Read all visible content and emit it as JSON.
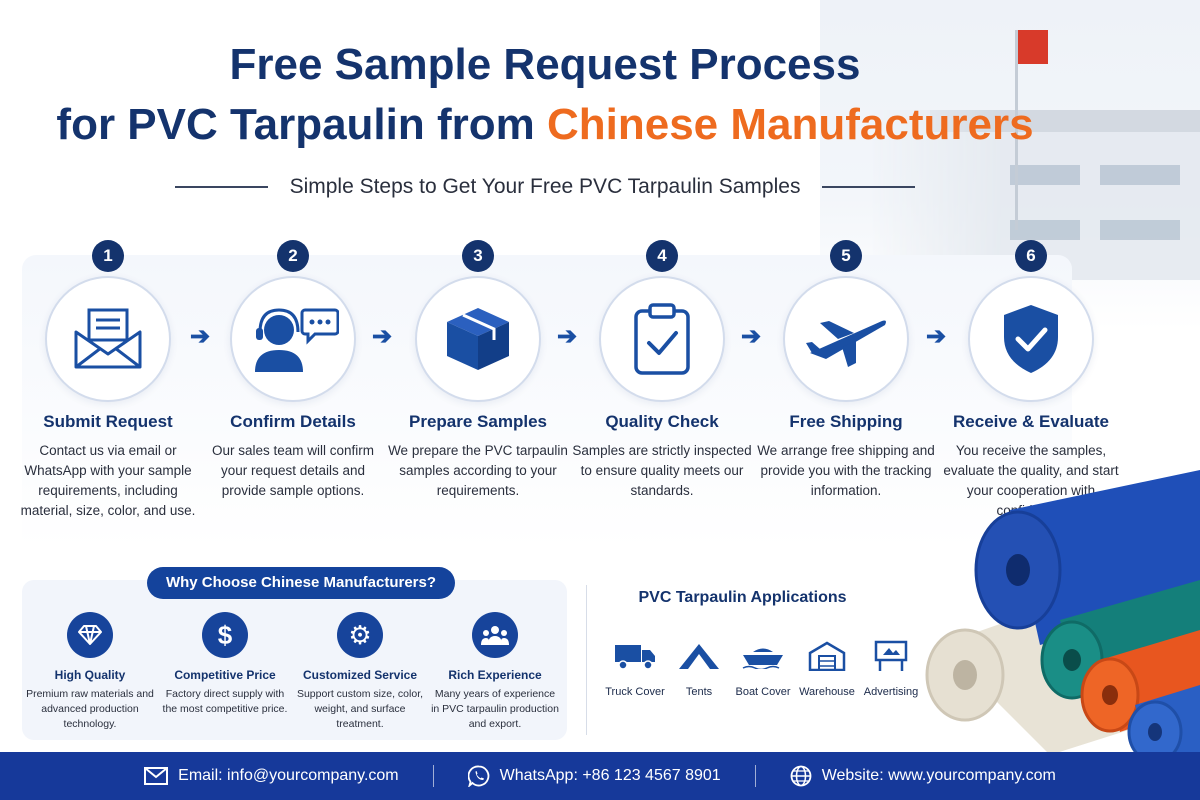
{
  "title": {
    "line1": "Free Sample Request Process",
    "line2_part1": "for PVC Tarpaulin from ",
    "line2_part2": "Chinese Manufacturers"
  },
  "subtitle": "Simple Steps to Get Your Free PVC Tarpaulin Samples",
  "steps": [
    {
      "number": "1",
      "icon": "envelope-icon",
      "name": "Submit Request",
      "desc": "Contact us via email or WhatsApp with your sample requirements, including material, size, color, and use."
    },
    {
      "number": "2",
      "icon": "headset-agent-icon",
      "name": "Confirm Details",
      "desc": "Our sales team will confirm your request details and provide sample options."
    },
    {
      "number": "3",
      "icon": "box-icon",
      "name": "Prepare Samples",
      "desc": "We prepare the PVC tarpaulin samples according to your requirements."
    },
    {
      "number": "4",
      "icon": "clipboard-check-icon",
      "name": "Quality Check",
      "desc": "Samples are strictly inspected to ensure quality meets our standards."
    },
    {
      "number": "5",
      "icon": "airplane-icon",
      "name": "Free Shipping",
      "desc": "We arrange free shipping and provide you with the tracking information."
    },
    {
      "number": "6",
      "icon": "shield-check-icon",
      "name": "Receive & Evaluate",
      "desc": "You receive the samples, evaluate the quality, and start your cooperation with confidence."
    }
  ],
  "why": {
    "title": "Why Choose Chinese Manufacturers?",
    "features": [
      {
        "icon": "diamond-icon",
        "name": "High Quality",
        "desc": "Premium raw materials and advanced production technology."
      },
      {
        "icon": "dollar-icon",
        "name": "Competitive Price",
        "desc": "Factory direct supply with the most competitive price."
      },
      {
        "icon": "gear-icon",
        "name": "Customized Service",
        "desc": "Support custom size, color, weight, and surface treatment."
      },
      {
        "icon": "people-icon",
        "name": "Rich Experience",
        "desc": "Many years of experience in PVC tarpaulin production and export."
      }
    ]
  },
  "applications": {
    "title": "PVC Tarpaulin Applications",
    "items": [
      {
        "icon": "truck-icon",
        "label": "Truck Cover"
      },
      {
        "icon": "tent-icon",
        "label": "Tents"
      },
      {
        "icon": "boat-icon",
        "label": "Boat Cover"
      },
      {
        "icon": "warehouse-icon",
        "label": "Warehouse"
      },
      {
        "icon": "billboard-icon",
        "label": "Advertising"
      }
    ]
  },
  "footer": {
    "email": "Email: info@yourcompany.com",
    "whatsapp": "WhatsApp: +86 123 4567 8901",
    "website": "Website: www.yourcompany.com"
  },
  "colors": {
    "navy": "#14336d",
    "orange": "#ee6b1f",
    "accent_blue": "#16399a"
  }
}
